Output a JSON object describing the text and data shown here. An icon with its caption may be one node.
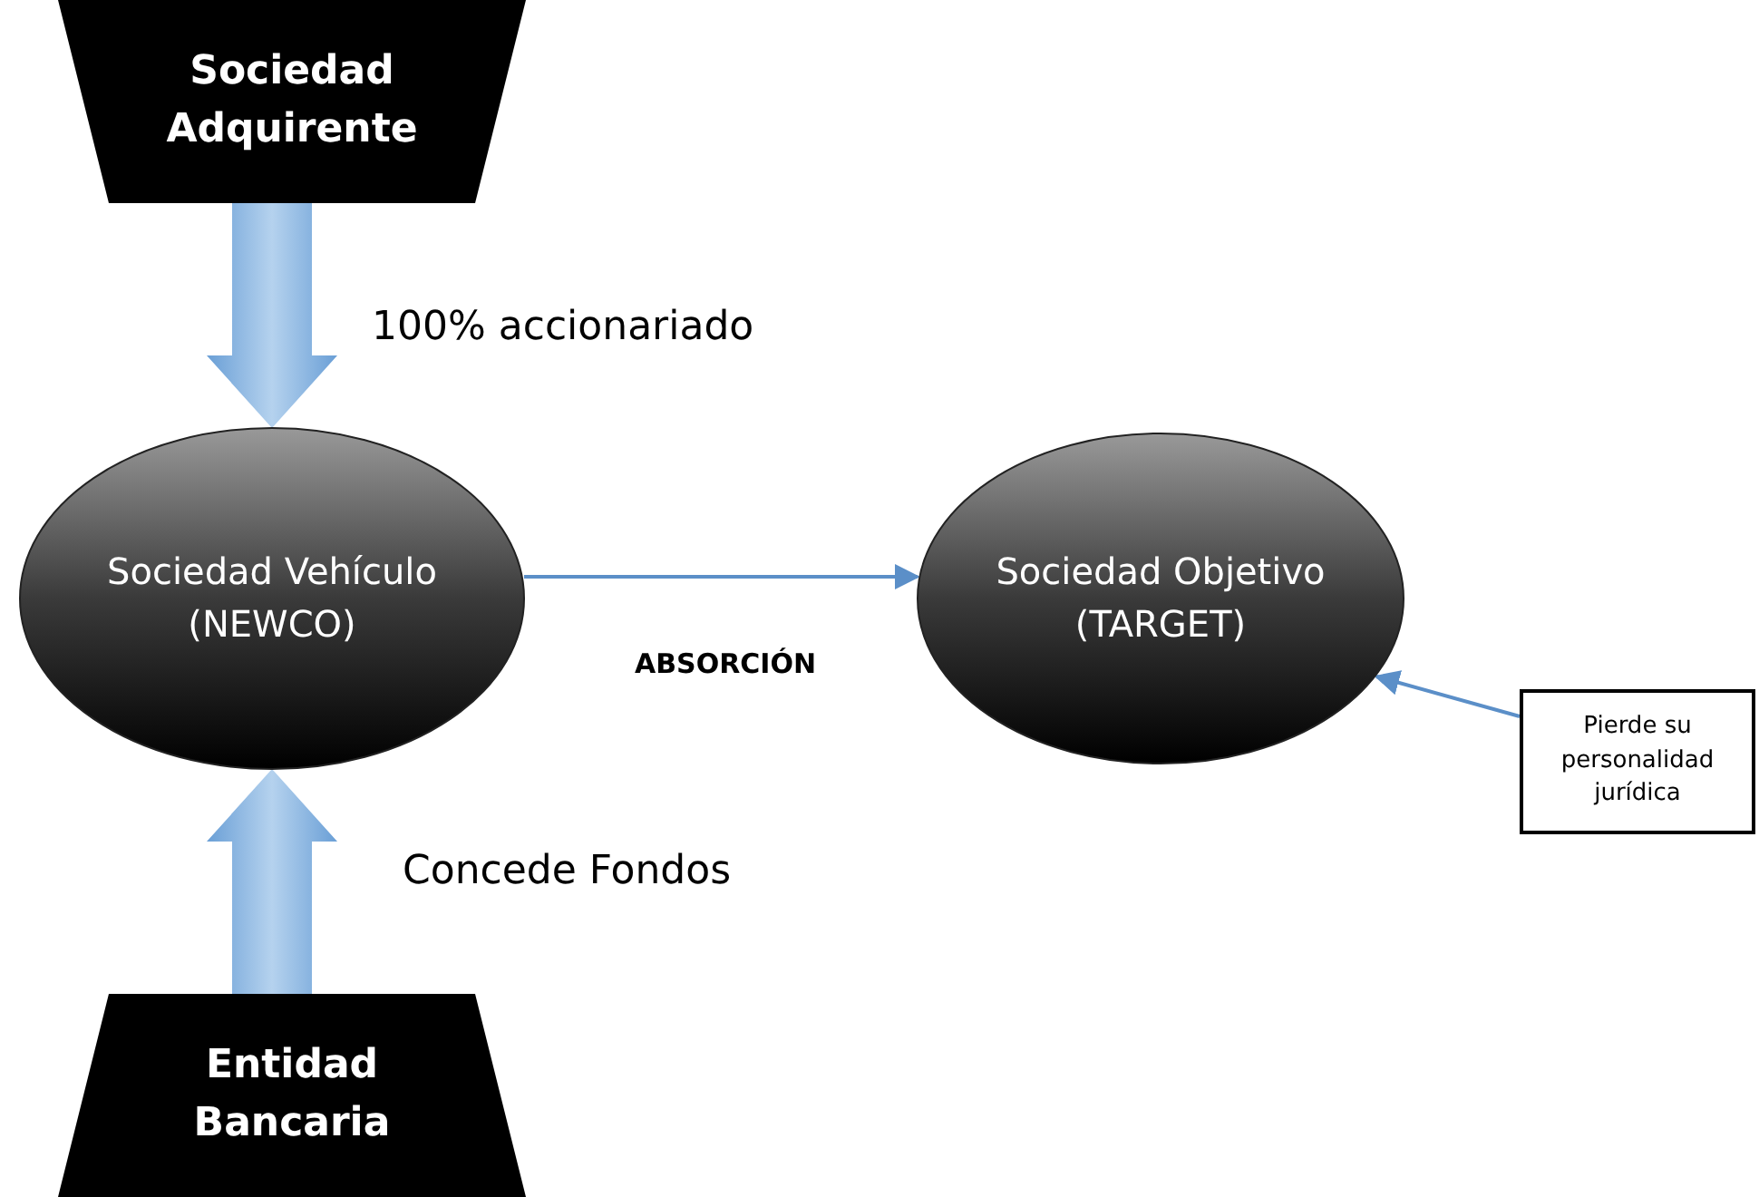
{
  "diagram": {
    "nodes": [
      {
        "text": [
          "Sociedad Adquirente"
        ]
      },
      {
        "text": [
          "Sociedad Vehículo (NEWCO)"
        ]
      },
      {
        "text": [
          "Sociedad Objetivo (TARGET)"
        ]
      },
      {
        "text": [
          "Pierde su personalidad jurídica"
        ]
      },
      {
        "text": [
          "Entidad Bancaria"
        ]
      }
    ],
    "edges": [
      {
        "from": 0,
        "to": 1,
        "arrow": "to",
        "label": "100% accionariado",
        "style": "thick"
      },
      {
        "from": 1,
        "to": 2,
        "arrow": "to",
        "label": "ABSORCIÓN"
      },
      {
        "from": 3,
        "to": 2,
        "arrow": "to"
      },
      {
        "from": 4,
        "to": 1,
        "arrow": "to",
        "label": "Concede Fondos",
        "style": "thick"
      }
    ]
  }
}
